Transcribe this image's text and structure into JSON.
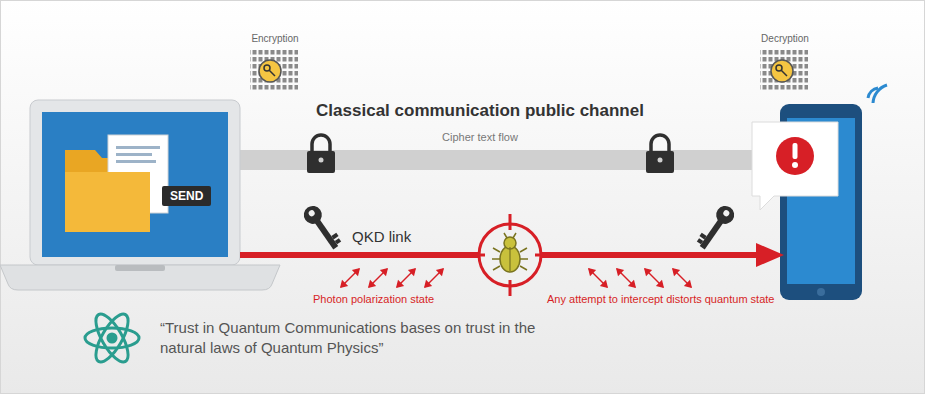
{
  "diagram": {
    "nodes": [
      {
        "text": [
          "SEND"
        ]
      }
    ],
    "labels": [
      "Encryption",
      "Decryption",
      "Classical communication public channel",
      "Cipher text flow",
      "QKD link",
      "Photon polarization state",
      "Any attempt to intercept distorts quantum state",
      "“Trust in Quantum Communications bases on trust in the natural laws of Quantum Physics”"
    ]
  }
}
